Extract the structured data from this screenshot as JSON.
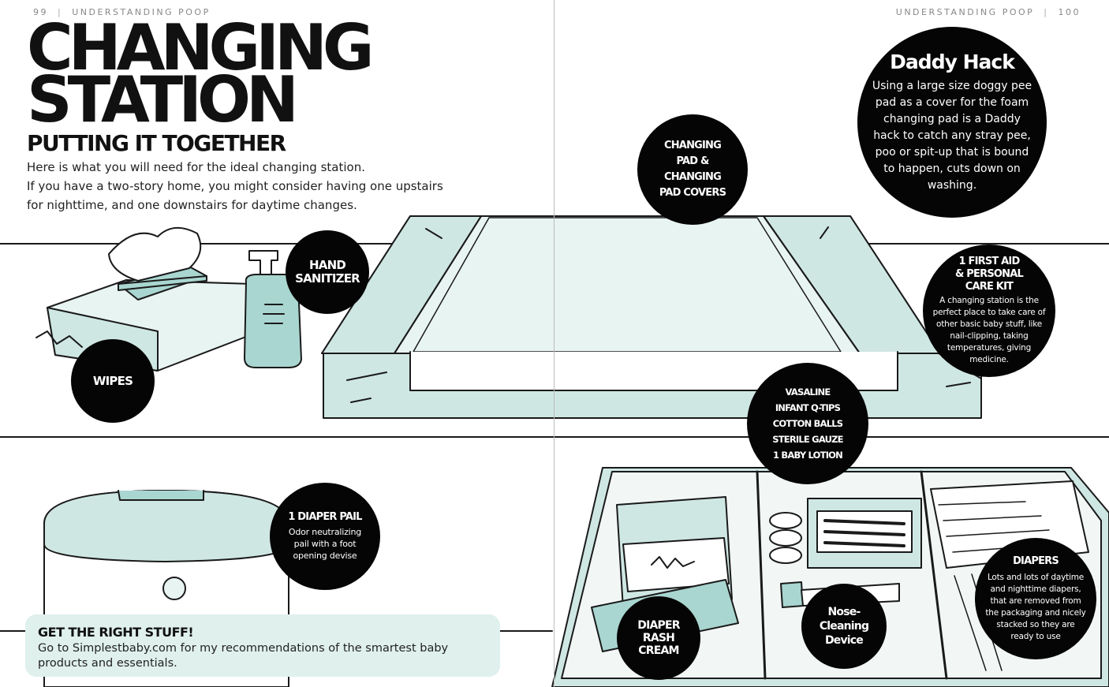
{
  "header": {
    "left_page_number": "99",
    "left_section": "UNDERSTANDING POOP",
    "right_section": "UNDERSTANDING POOP",
    "right_page_number": "100"
  },
  "title": {
    "line1": "CHANGING",
    "line2": "STATION",
    "subtitle": "PUTTING IT TOGETHER"
  },
  "intro": {
    "line1": "Here is what you will need for the ideal changing station.",
    "line2": "If you have a two-story home, you might consider having one upstairs for nighttime, and one downstairs for daytime changes."
  },
  "labels": {
    "hand_sanitizer": [
      "HAND",
      "SANITIZER"
    ],
    "wipes": "WIPES",
    "changing_pad": [
      "CHANGING",
      "PAD &",
      "CHANGING",
      "PAD COVERS"
    ],
    "first_aid": {
      "title": [
        "1 FIRST AID",
        "& PERSONAL",
        "CARE KIT"
      ],
      "body": "A changing station is the perfect place to take care of other basic baby stuff, like nail-clipping, taking temperatures, giving medicine."
    },
    "vasaline": [
      "VASALINE",
      "INFANT Q-TIPS",
      "COTTON BALLS",
      "STERILE GAUZE",
      "1 BABY LOTION"
    ],
    "diaper_pail": {
      "title": "1 DIAPER PAIL",
      "body": "Odor neutralizing pail with a foot opening devise"
    },
    "diaper_rash": [
      "DIAPER",
      "RASH",
      "CREAM"
    ],
    "nose_cleaning": [
      "Nose-",
      "Cleaning",
      "Device"
    ],
    "diapers": {
      "title": "DIAPERS",
      "body": "Lots and lots of daytime and nighttime diapers, that are removed from the packaging and nicely stacked so they are ready to use"
    }
  },
  "daddy_hack": {
    "title": "Daddy Hack",
    "body": "Using a large size doggy pee pad as a cover for the foam changing pad is a Daddy hack to catch any stray pee, poo or spit-up that is bound to happen, cuts down on washing."
  },
  "callout": {
    "heading": "GET THE RIGHT STUFF!",
    "body": "Go to Simplestbaby.com for my recommendations of the smartest baby products and essentials."
  },
  "colors": {
    "mint": "#cfe7e3",
    "teal": "#a9d6d0",
    "callout_bg": "#dff0ed",
    "label_bg": "#050505"
  }
}
